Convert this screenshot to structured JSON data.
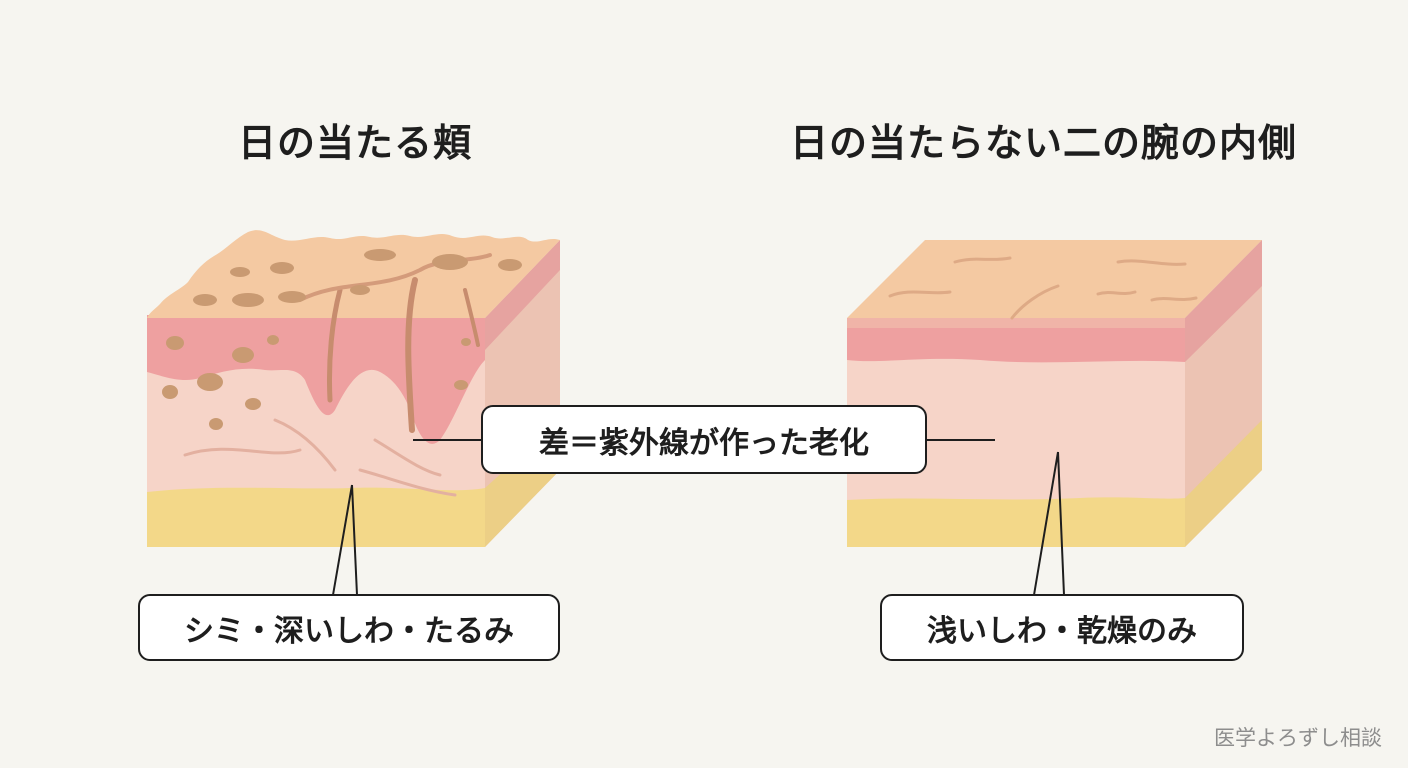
{
  "titles": {
    "left": "日の当たる頬",
    "right": "日の当たらない二の腕の内側"
  },
  "callouts": {
    "center": "差＝紫外線が作った老化",
    "left": "シミ・深いしわ・たるみ",
    "right": "浅いしわ・乾燥のみ"
  },
  "watermark": "医学よろずし相談",
  "colors": {
    "background": "#f6f5f0",
    "skin_surface": "#f4c9a2",
    "epidermis_pink": "#eea0a0",
    "dermis": "#f6d4c8",
    "fat_layer": "#f3d889",
    "spots": "#c99a72"
  }
}
